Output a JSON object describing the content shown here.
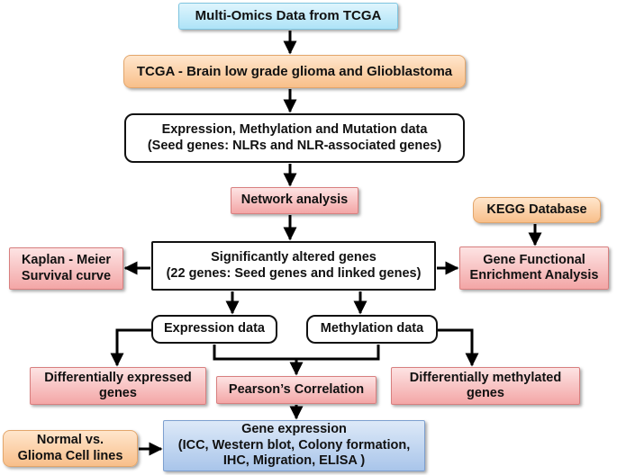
{
  "nodes": {
    "multi_omics": {
      "lines": [
        "Multi-Omics Data from TCGA"
      ]
    },
    "tcga": {
      "lines": [
        "TCGA - Brain low grade glioma and Glioblastoma"
      ]
    },
    "expression_methylation": {
      "lines": [
        "Expression, Methylation and Mutation data",
        "(Seed genes: NLRs and NLR-associated genes)"
      ]
    },
    "network_analysis": {
      "lines": [
        "Network analysis"
      ]
    },
    "kegg": {
      "lines": [
        "KEGG Database"
      ]
    },
    "significantly_altered": {
      "lines": [
        "Significantly altered genes",
        "(22 genes: Seed genes and linked genes)"
      ]
    },
    "kaplan_meier": {
      "lines": [
        "Kaplan - Meier",
        "Survival curve"
      ]
    },
    "enrichment": {
      "lines": [
        "Gene Functional",
        "Enrichment Analysis"
      ]
    },
    "expression_data": {
      "lines": [
        "Expression data"
      ]
    },
    "methylation_data": {
      "lines": [
        "Methylation data"
      ]
    },
    "diff_expressed": {
      "lines": [
        "Differentially expressed",
        "genes"
      ]
    },
    "pearson": {
      "lines": [
        "Pearson’s Correlation"
      ]
    },
    "diff_methylated": {
      "lines": [
        "Differentially methylated",
        "genes"
      ]
    },
    "normal_glioma": {
      "lines": [
        "Normal vs.",
        "Glioma Cell lines"
      ]
    },
    "gene_expression": {
      "lines": [
        "Gene expression",
        "(ICC, Western blot, Colony formation,",
        "IHC, Migration, ELISA )"
      ]
    }
  },
  "colors": {
    "blue_box": "#aee3f7",
    "orange_box": "#f8bf8a",
    "pink_box": "#f3a6a6",
    "lightblue_box": "#a9c5ea",
    "arrow": "#000000"
  }
}
